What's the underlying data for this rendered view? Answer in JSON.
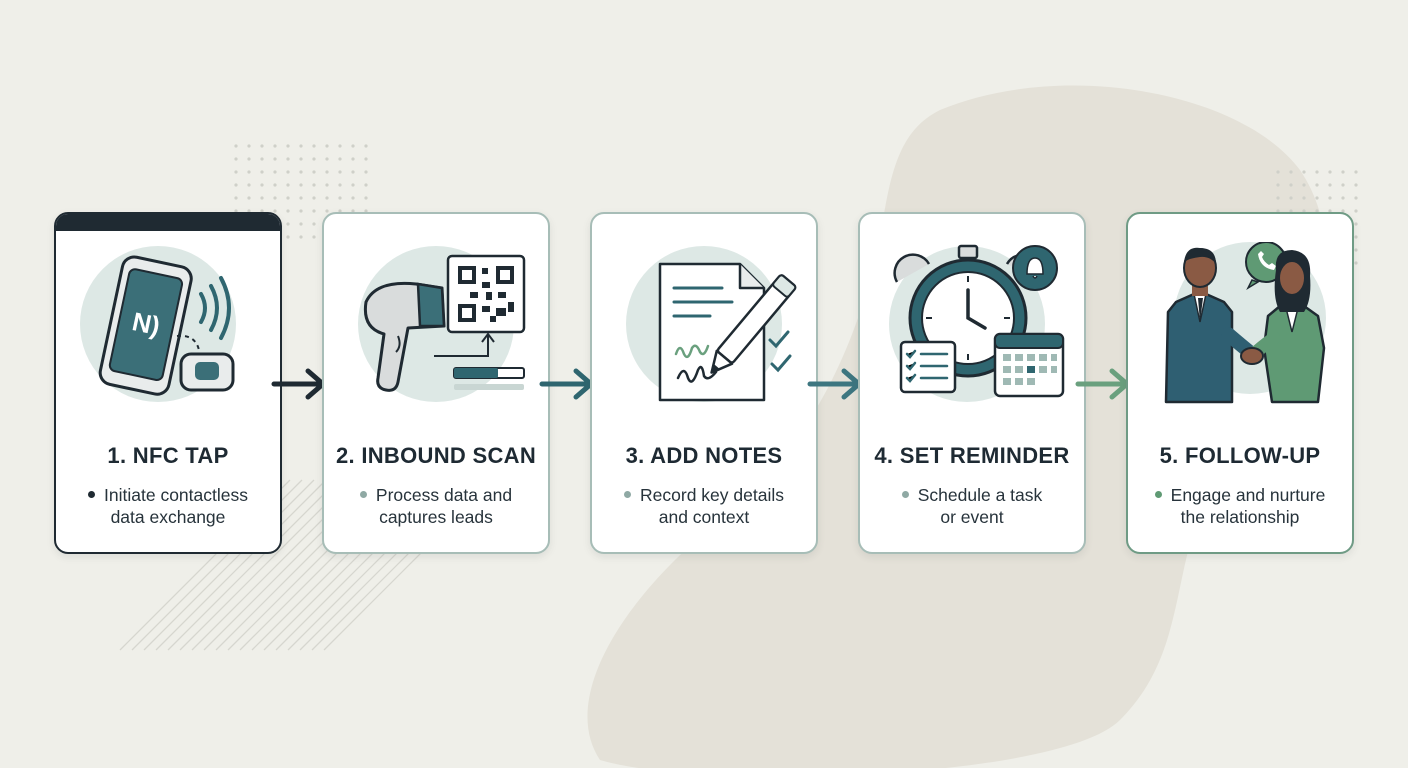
{
  "steps": [
    {
      "title": "1. NFC TAP",
      "line1": "Initiate contactless",
      "line2": "data exchange",
      "icon": "nfc-phone-icon",
      "bullet": "#1f2a32",
      "border": "#1f2a32"
    },
    {
      "title": "2. INBOUND SCAN",
      "line1": "Process data and",
      "line2": "captures leads",
      "icon": "barcode-scanner-icon",
      "bullet": "#8fa9a4",
      "border": "#a7bdb7"
    },
    {
      "title": "3. ADD NOTES",
      "line1": "Record key details",
      "line2": "and context",
      "icon": "notes-document-icon",
      "bullet": "#8fa9a4",
      "border": "#a7bdb7"
    },
    {
      "title": "4. SET REMINDER",
      "line1": "Schedule a task",
      "line2": "or event",
      "icon": "stopwatch-calendar-icon",
      "bullet": "#8fa9a4",
      "border": "#a7bdb7"
    },
    {
      "title": "5. FOLLOW-UP",
      "line1": "Engage and nurture",
      "line2": "the relationship",
      "icon": "handshake-icon",
      "bullet": "#5f9a74",
      "border": "#6f9b85"
    }
  ],
  "arrows": [
    {
      "color": "#1f2a32",
      "icon": "arrow-right-icon"
    },
    {
      "color": "#2f6670",
      "icon": "arrow-right-icon"
    },
    {
      "color": "#3d7680",
      "icon": "arrow-right-icon"
    },
    {
      "color": "#6aa07e",
      "icon": "arrow-right-icon"
    }
  ],
  "colors": {
    "background": "#efefe9",
    "blob": "#e4e1d8",
    "dark": "#1f2a32",
    "teal": "#2f6670",
    "green": "#5f9a74",
    "icon_circle": "#dde8e5"
  }
}
